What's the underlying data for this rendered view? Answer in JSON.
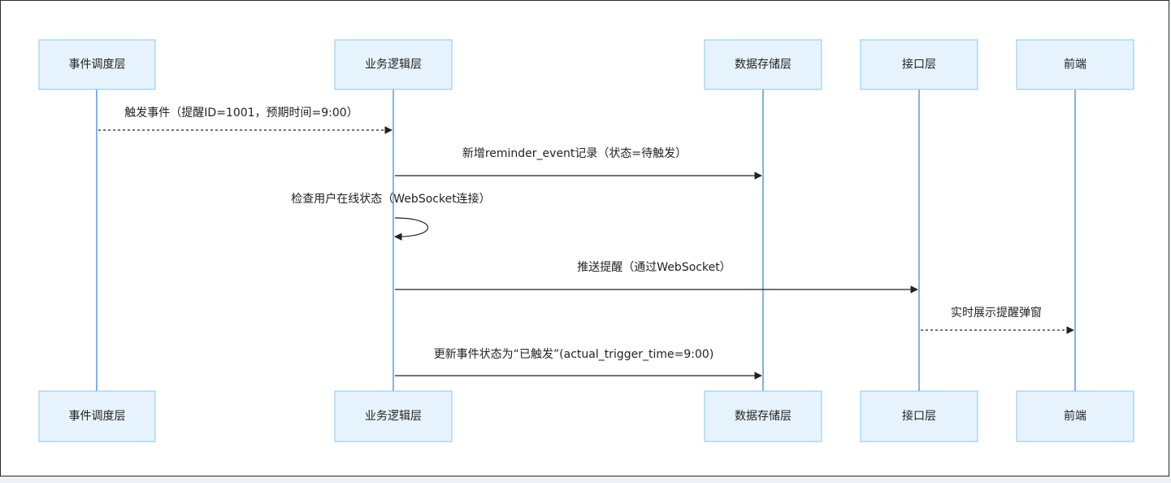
{
  "diagram": {
    "participants": [
      {
        "id": "scheduler",
        "label": "事件调度层"
      },
      {
        "id": "logic",
        "label": "业务逻辑层"
      },
      {
        "id": "storage",
        "label": "数据存储层"
      },
      {
        "id": "api",
        "label": "接口层"
      },
      {
        "id": "frontend",
        "label": "前端"
      }
    ],
    "messages": [
      {
        "from": "scheduler",
        "to": "logic",
        "style": "dotted",
        "label": "触发事件（提醒ID=1001，预期时间=9:00）"
      },
      {
        "from": "logic",
        "to": "storage",
        "style": "solid",
        "label": "新增reminder_event记录（状态=待触发）"
      },
      {
        "from": "logic",
        "to": "logic",
        "style": "self",
        "label": "检查用户在线状态（WebSocket连接）"
      },
      {
        "from": "logic",
        "to": "api",
        "style": "solid",
        "label": "推送提醒（通过WebSocket）"
      },
      {
        "from": "api",
        "to": "frontend",
        "style": "dotted",
        "label": "实时展示提醒弹窗"
      },
      {
        "from": "logic",
        "to": "storage",
        "style": "solid",
        "label": "更新事件状态为“已触发”(actual_trigger_time=9:00)"
      }
    ]
  }
}
